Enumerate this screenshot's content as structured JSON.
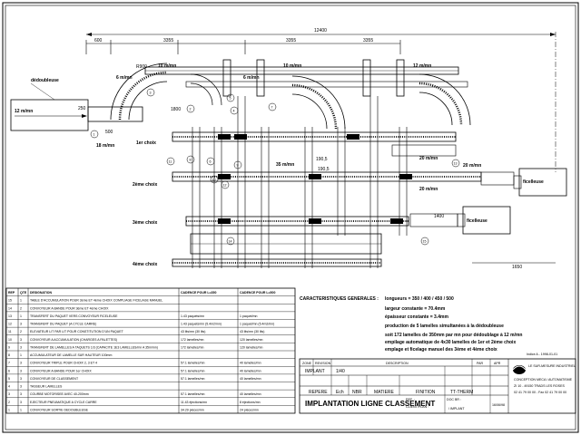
{
  "drawing": {
    "total_width": "12400",
    "spans": [
      "600",
      "3355",
      "3355",
      "3355"
    ],
    "dedoubleuse": "dédoubleuse",
    "speeds": {
      "in_speed": "12 m/mn",
      "speed_18": "18 m/mn",
      "speed_6a": "6 m/mn",
      "speed_10a": "10 m/mn",
      "speed_6b": "6 m/mn",
      "speed_10b": "10 m/mn",
      "speed_12": "12 m/mn",
      "speed_35": "35 m/mn",
      "speed_20a": "20 m/mn",
      "speed_20b": "20 m/mn",
      "speed_20c": "20 m/mn"
    },
    "dims": {
      "d250": "250",
      "d500": "500",
      "d1800": "1800",
      "r900": "R900",
      "d1905a": "190,5",
      "d1905b": "190,5",
      "d1400": "1400",
      "d1650": "1650"
    },
    "choice_labels": [
      "1er choix",
      "2ème choix",
      "3ème choix",
      "4ème choix"
    ],
    "ficelleuse_labels": [
      "ficelleuse",
      "ficelleuse"
    ],
    "balloons": [
      "1",
      "2",
      "3",
      "4",
      "5",
      "6",
      "7",
      "8",
      "9",
      "10",
      "11",
      "12",
      "13",
      "14",
      "15"
    ]
  },
  "bom": {
    "header": [
      "REP",
      "QTE",
      "DESIGNATION",
      "CADENCE POUR L=350",
      "CADENCE POUR L=500"
    ],
    "rows": [
      [
        "15",
        "1",
        "TABLE D'ACCUMULATION POUR 3ème ET 4ème CHOIX COMPLIAGE FICELAGE MANUEL",
        "",
        ""
      ],
      [
        "14",
        "2",
        "CONVOYEUR A BANDE POUR 3ème ET 4ème CHOIX",
        "",
        ""
      ],
      [
        "13",
        "1",
        "TRANSFERT DU PAQUET VERS CONVOYEUR FICELEUSE",
        "1.43 paquets/mn",
        "1 paquet/mn"
      ],
      [
        "12",
        "3",
        "TRANSFERT DU PAQUET (A CYCLE CARRE)",
        "1.43 paquets/mn (5.4m2/mn)",
        "1 paquet/mn (5.4m2/mn)"
      ],
      [
        "11",
        "2",
        "ELEVATEUR LIT PAR LIT POUR CONSTITUTION D'UN PAQUET",
        "43 lits/mn (30 lits)",
        "43 lits/mn (30 lits)"
      ],
      [
        "10",
        "3",
        "CONVOYEUR A ACCUMULATION (CHARGES A PALETTES)",
        "172 lamelles/mn",
        "120 lamelles/mn"
      ],
      [
        "9",
        "3",
        "TRANSFERT DE LAMELLES A TAQUETS 1/3 (CAPACITE 1E3 LAMELLES/mn A 35m/mn)",
        "172 lamelles/mn",
        "120 lamelles/mn"
      ],
      [
        "8",
        "1",
        "ACCUMULATEUR DE LAMELLE SUR HAUTEUR 100mm",
        "",
        ""
      ],
      [
        "7",
        "3",
        "CONVOYEUR TRIPLE POUR CHOIX 2, 3 ET 4",
        "57.1 lamelles/mn",
        "40 lamelles/mn"
      ],
      [
        "6",
        "3",
        "CONVOYEUR A BANDE POUR 1er CHOIX",
        "57.1 lamelles/mn",
        "40 lamelles/mn"
      ],
      [
        "5",
        "3",
        "CONVOYEUR DE CLASSEMENT",
        "57.1 lamelles/mn",
        "40 lamelles/mn"
      ],
      [
        "4",
        "3",
        "TASSEUR LAMELLES",
        "",
        ""
      ],
      [
        "3",
        "3",
        "COURBE MOTORISEE AVEC 40-200mm",
        "57.1 lamelles/mn",
        "40 lamelles/mn"
      ],
      [
        "2",
        "3",
        "EJECTEUR PNEUMATIQUE A CYCLE CARRE",
        "11.43 éjections/mn",
        "8 éjections/mn"
      ],
      [
        "1",
        "1",
        "CONVOYEUR SORTIE DEDOUBLEUSE",
        "34.29 pièces/mn",
        "24 pièces/mn"
      ]
    ]
  },
  "notes": {
    "title": "CARACTERISTIQUES GENERALES :",
    "line1": "longueurs = 350 / 400 / 450 / 500",
    "line2": "largeur constante = 70.4mm",
    "line3": "épaisseur constante = 3.4mm",
    "line4": "production de 5 lamelles simultanées à la dédoubleuse",
    "line5": "soit 172 lamelles de 350mm par mn pour dédoublage à 12 m/mn",
    "line6": "empilage automatique de 4x30 lamelles de 1er et 2ème choix",
    "line7": "emplage et ficelage manuel des 3ème et 4ème choix"
  },
  "cartouche": {
    "rev_header": [
      "ZONE",
      "REVISION",
      "DESCRIPTION",
      "PAR",
      "APR"
    ],
    "implant": "IMPLANT",
    "scale": "1/40",
    "headers": [
      "REPERE",
      "Ech",
      "NBR",
      "MATIERE",
      "FINITION",
      "TT-THERM"
    ],
    "title": "IMPLANTATION LIGNE CLASSEMENT",
    "ref_label": "REF. :",
    "client_label": "CLIENT/PLAN :",
    "doc_label": "DOC BR :",
    "implant_small": "/ IMPLANT",
    "date": "16/06/98",
    "company": "LE SUR-MESURE INDUSTRIEL",
    "company_sub": "CONCEPTION MECA / AUTOMATISME",
    "address": "ZI 10 - 49150 TRADS LES ROSES",
    "phone": "02 41 79 00 00 - Fax 02 41 79 00 00",
    "top_tag": "Indice A - 1998-01-01"
  }
}
